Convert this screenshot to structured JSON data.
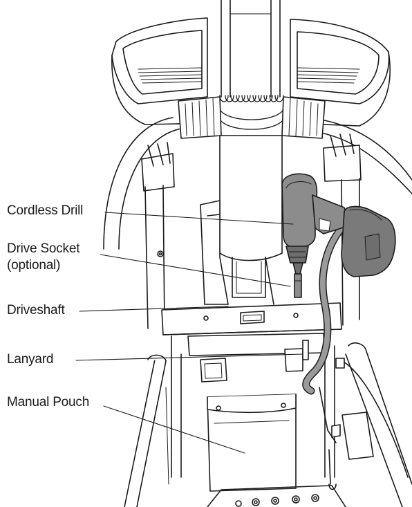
{
  "callouts": {
    "cordless_drill": "Cordless Drill",
    "drive_socket_line1": "Drive Socket",
    "drive_socket_line2": "(optional)",
    "driveshaft": "Driveshaft",
    "lanyard": "Lanyard",
    "manual_pouch": "Manual Pouch"
  },
  "colors": {
    "line": "#1a1a1a",
    "drill_body": "#8c8c8c",
    "drill_dark": "#6e6e6e",
    "battery": "#7a7a7a",
    "lanyard": "#9a9a9a",
    "background": "#ffffff"
  }
}
